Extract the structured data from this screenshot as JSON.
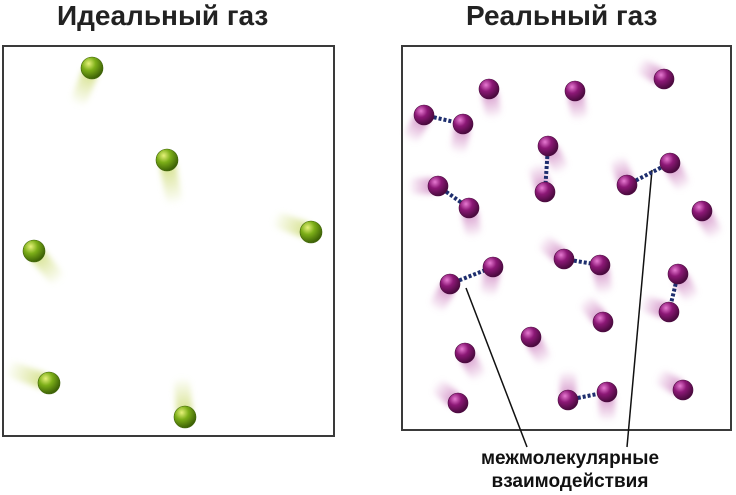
{
  "titles": {
    "ideal": "Идеальный газ",
    "real": "Реальный газ"
  },
  "caption": {
    "line1": "межмолекулярные",
    "line2": "взаимодействия"
  },
  "colors": {
    "ideal_molecule": "#6b9a12",
    "real_molecule": "#8e1a77",
    "bond": "#1e2e6e",
    "border": "#3a3a3a"
  }
}
